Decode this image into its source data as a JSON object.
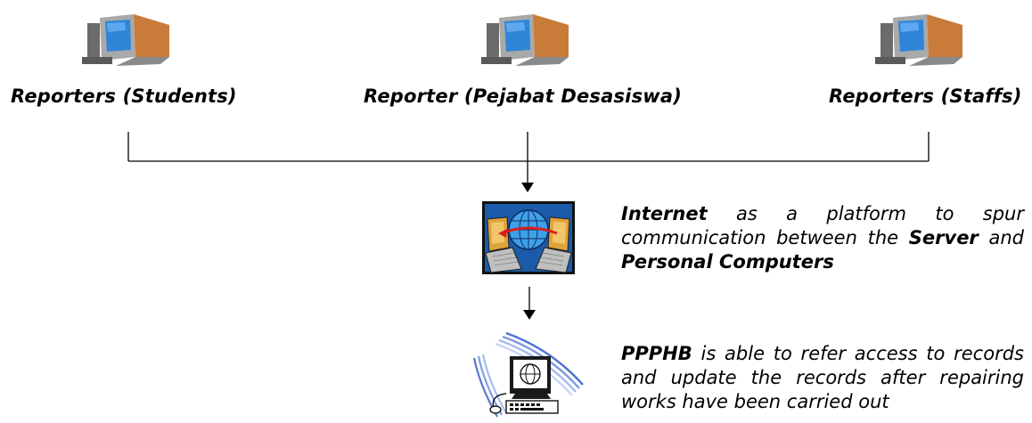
{
  "nodes": {
    "students": "Reporters (Students)",
    "pejabat": "Reporter (Pejabat Desasiswa)",
    "staffs": "Reporters (Staffs)"
  },
  "internet_desc": {
    "term1": "Internet",
    "line1_rest": " as a platform to spur",
    "line2_text": "communication between the ",
    "term2": "Server",
    "line2_end": " and",
    "term3": "Personal Computers"
  },
  "ppphb_desc": {
    "term": "PPPHB",
    "line1_rest": " is able to refer access to records",
    "line2": "and update the records after repairing",
    "line3": "works have been carried out"
  },
  "icons": {
    "computer": "desktop-computer-icon",
    "internet": "internet-network-icon",
    "workstation": "workstation-icon"
  },
  "colors": {
    "monitor_screen": "#2f86d8",
    "monitor_body": "#8a8a8a",
    "internet_bg": "#1b5aa8",
    "internet_globe": "#3fa0e8",
    "arrow_red": "#d62020",
    "workstation_swoosh": "#3a63c9"
  }
}
